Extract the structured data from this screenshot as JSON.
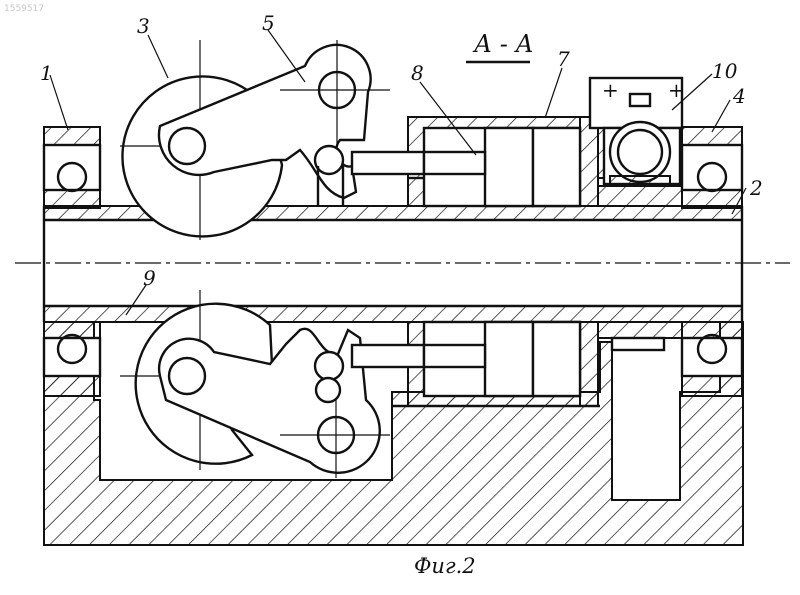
{
  "figure": {
    "image_id": "1559517",
    "section_label": "А - А",
    "caption": "Фиг.2"
  },
  "callouts": [
    {
      "key": "c1",
      "text": "1"
    },
    {
      "key": "c2",
      "text": "2"
    },
    {
      "key": "c3",
      "text": "3"
    },
    {
      "key": "c4",
      "text": "4"
    },
    {
      "key": "c5",
      "text": "5"
    },
    {
      "key": "c7",
      "text": "7"
    },
    {
      "key": "c8",
      "text": "8"
    },
    {
      "key": "c9",
      "text": "9"
    },
    {
      "key": "c10",
      "text": "10"
    }
  ],
  "motor_marks": [
    "+",
    "+"
  ]
}
